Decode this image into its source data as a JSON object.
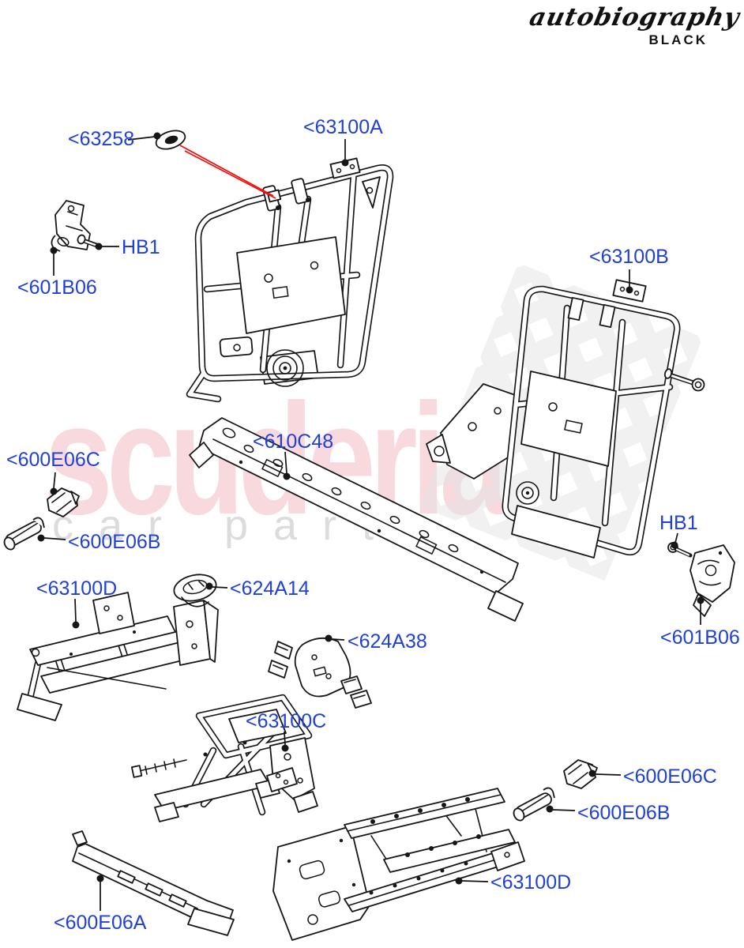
{
  "brand": {
    "script": "autobiography",
    "sub": "BLACK"
  },
  "watermark": {
    "line1": "scuderia",
    "line2": "car parts"
  },
  "colors": {
    "label_blue": "#2040d8",
    "watermark_pink": "#f7d9de",
    "watermark_gray": "#dcdcdc",
    "pointer_red": "#ee0f0f",
    "line_black": "#161616"
  },
  "labels": [
    {
      "id": "63258",
      "text": "<63258"
    },
    {
      "id": "63100A",
      "text": "<63100A"
    },
    {
      "id": "HB1-left",
      "text": "HB1"
    },
    {
      "id": "601B06-left",
      "text": "<601B06"
    },
    {
      "id": "63100B",
      "text": "<63100B"
    },
    {
      "id": "600E06C-left",
      "text": "<600E06C"
    },
    {
      "id": "600E06B-left",
      "text": "<600E06B"
    },
    {
      "id": "610C48",
      "text": "<610C48"
    },
    {
      "id": "63100D-left",
      "text": "<63100D"
    },
    {
      "id": "624A14",
      "text": "<624A14"
    },
    {
      "id": "624A38",
      "text": "<624A38"
    },
    {
      "id": "HB1-right",
      "text": "HB1"
    },
    {
      "id": "601B06-right",
      "text": "<601B06"
    },
    {
      "id": "63100C",
      "text": "<63100C"
    },
    {
      "id": "600E06C-right",
      "text": "<600E06C"
    },
    {
      "id": "600E06B-right",
      "text": "<600E06B"
    },
    {
      "id": "63100D-bottom",
      "text": "<63100D"
    },
    {
      "id": "600E06A",
      "text": "<600E06A"
    }
  ]
}
